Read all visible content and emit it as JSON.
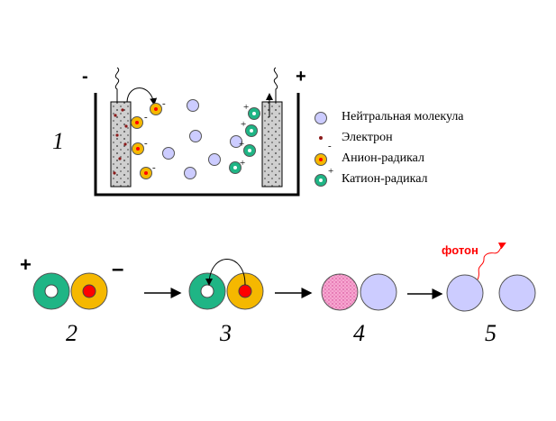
{
  "electrolyte_panel": {
    "number": "1",
    "minus_sign": "-",
    "plus_sign": "+"
  },
  "legend": {
    "neutral_label": "Нейтральная молекула",
    "electron_label": "Электрон",
    "anion_label": "Анион-радикал",
    "cation_label": "Катион-радикал",
    "anion_sign": "-",
    "cation_sign": "+"
  },
  "sequence": {
    "step2_number": "2",
    "step3_number": "3",
    "step4_number": "4",
    "step5_number": "5",
    "plus_sign": "+",
    "minus_sign": "–",
    "photon_label": "фотон"
  },
  "colors": {
    "neutral_fill": "#ccccff",
    "anion_fill": "#f5b800",
    "cation_fill": "#1fb585",
    "electron_red": "#ff0000",
    "excited_fill": "#f59ac8",
    "photon_red": "#ff0000",
    "electrode_fill": "#c8c8c8"
  }
}
